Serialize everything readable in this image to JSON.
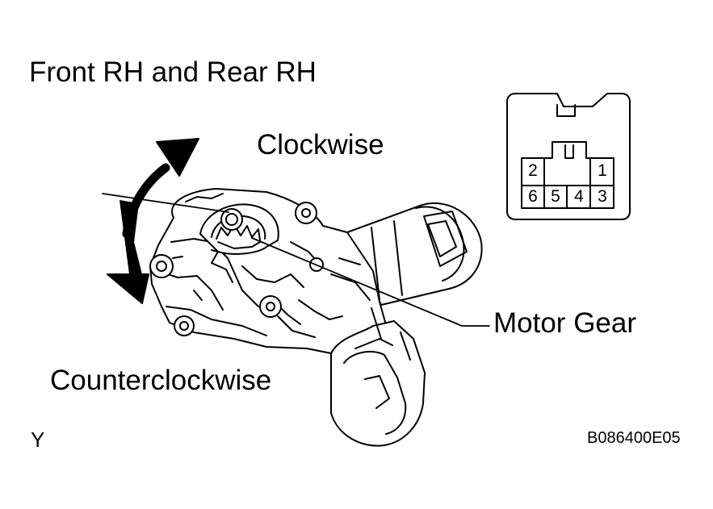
{
  "title": "Front RH and Rear RH",
  "labels": {
    "clockwise": "Clockwise",
    "counterclockwise": "Counterclockwise",
    "motor_gear": "Motor Gear"
  },
  "connector": {
    "pins": [
      "2",
      "1",
      "6",
      "5",
      "4",
      "3"
    ]
  },
  "footer": {
    "left_mark": "Y",
    "figure_code": "B086400E05"
  }
}
